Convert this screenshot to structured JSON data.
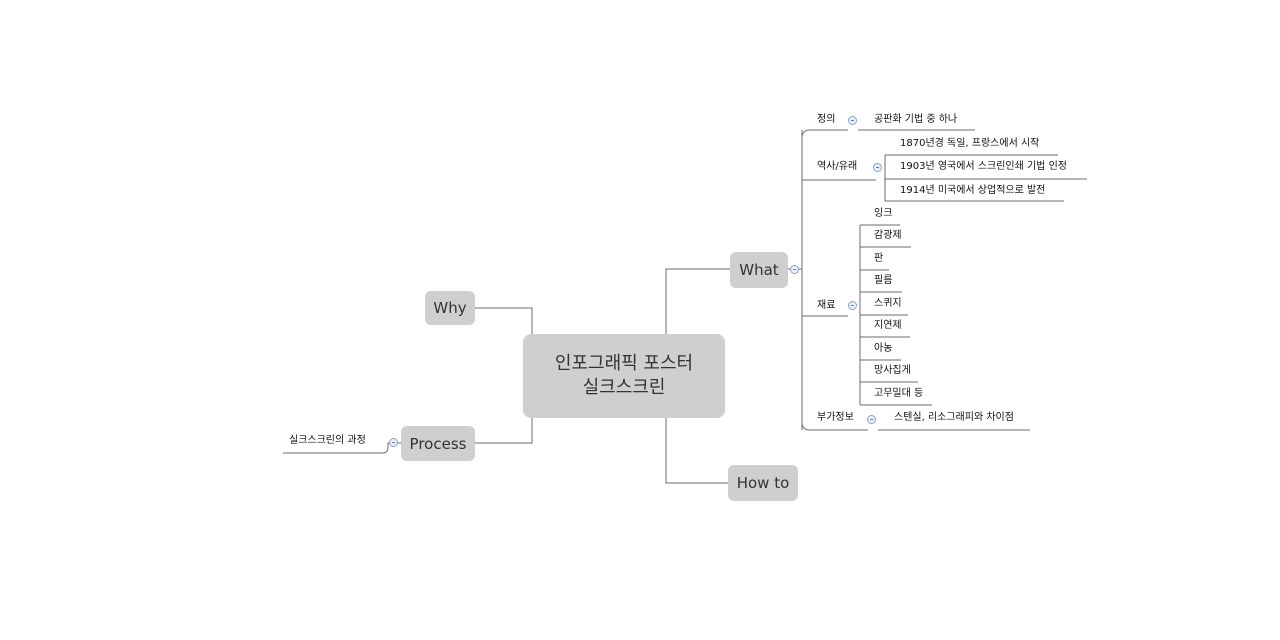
{
  "central": {
    "line1": "인포그래픽 포스터",
    "line2": "실크스크린"
  },
  "main": {
    "what": "What",
    "why": "Why",
    "process": "Process",
    "howto": "How to"
  },
  "what": {
    "definition": {
      "label": "정의",
      "items": [
        "공판화 기법 중 하나"
      ]
    },
    "history": {
      "label": "역사/유래",
      "items": [
        "1870년경 독일, 프랑스에서 시작",
        "1903년 영국에서 스크린인쇄 기법 인정",
        "1914년 미국에서 상업적으로 발전"
      ]
    },
    "materials": {
      "label": "재료",
      "items": [
        "잉크",
        "감광제",
        "판",
        "필름",
        "스퀴지",
        "지연제",
        "아농",
        "망사집게",
        "고무밀대 등"
      ]
    },
    "extra": {
      "label": "부가정보",
      "items": [
        "스텐실, 리소그래피와 차이점"
      ]
    }
  },
  "process": {
    "items": [
      "실크스크린의 과정"
    ]
  },
  "colors": {
    "node": "#cfcfcf",
    "line": "#6e6e6e",
    "collapse_border": "#8aa4c8"
  }
}
